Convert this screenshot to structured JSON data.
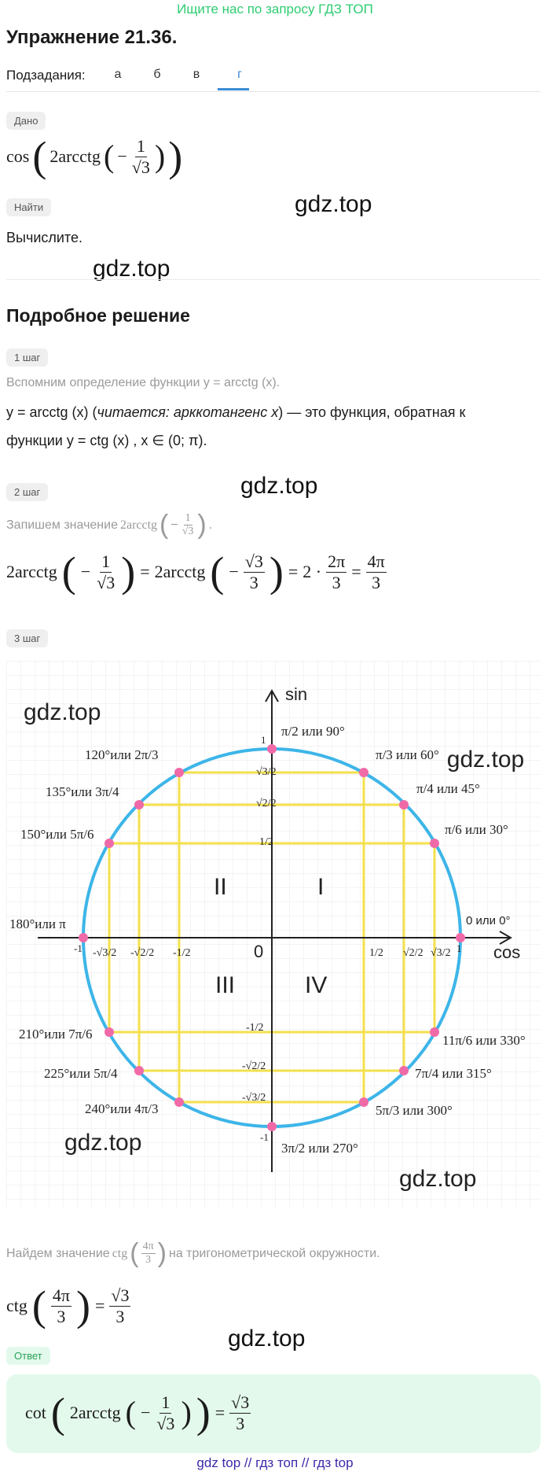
{
  "top_banner": "Ищите нас по запросу ГДЗ ТОП",
  "title": "Упражнение 21.36.",
  "subtasks": {
    "label": "Подзадания:",
    "tabs": [
      "а",
      "б",
      "в",
      "г"
    ],
    "active": "г"
  },
  "given": {
    "pill": "Дано",
    "expr_func": "cos",
    "expr_arg": "2arcctg",
    "expr_minus": "−",
    "frac_num": "1",
    "frac_den": "√3"
  },
  "find": {
    "pill": "Найти",
    "text": "Вычислите."
  },
  "solution_heading": "Подробное решение",
  "watermark": "gdz.top",
  "step1": {
    "pill": "1 шаг",
    "gray": "Вспомним определение функции y = arcctg (x).",
    "line1_a": "y = arcctg (x) (",
    "line1_italic": "читается: арккотангенс x",
    "line1_b": ") — это функция, обратная к",
    "line2": "функции y = ctg (x) ,  x ∈ (0;  π)."
  },
  "step2": {
    "pill": "2 шаг",
    "gray_prefix": "Запишем значение ",
    "gray_expr": "2arcctg",
    "gray_minus": "−",
    "gray_frac_num": "1",
    "gray_frac_den": "√3",
    "eq_left": "2arcctg",
    "eq_minus": "−",
    "eq_f1_num": "1",
    "eq_f1_den": "√3",
    "eq_equals": "=",
    "eq_mid": "2arcctg",
    "eq_f2_num": "√3",
    "eq_f2_den": "3",
    "eq_two_dot": "2 ·",
    "eq_f3_num": "2π",
    "eq_f3_den": "3",
    "eq_f4_num": "4π",
    "eq_f4_den": "3"
  },
  "step3": {
    "pill": "3 шаг",
    "circle": {
      "axis_sin": "sin",
      "axis_cos": "cos",
      "origin": "0",
      "quadrants": [
        "I",
        "II",
        "III",
        "IV"
      ],
      "top_label": "1",
      "bottom_label": "-1",
      "left_label": "-1",
      "right_label": "1",
      "angle_labels": [
        "π/2 или 90°",
        "π/3 или 60°",
        "π/4 или 45°",
        "π/6 или 30°",
        "0 или 0°",
        "120°или 2π/3",
        "135°или 3π/4",
        "150°или 5π/6",
        "180°или π",
        "210°или 7π/6",
        "225°или 5π/4",
        "240°или 4π/3",
        "3π/2 или 270°",
        "5π/3 или 300°",
        "7π/4 или 315°",
        "11π/6 или 330°"
      ],
      "axis_values": [
        "1/2",
        "√2/2",
        "√3/2",
        "-1/2",
        "-√2/2",
        "-√3/2"
      ],
      "colors": {
        "circle": "#3db5e8",
        "lines": "#f4e04d",
        "points": "#f06aa8",
        "grid": "#e9e9e9"
      }
    },
    "gray_prefix": "Найдем значение ",
    "gray_func": "ctg",
    "gray_frac_num": "4π",
    "gray_frac_den": "3",
    "gray_suffix": " на тригонометрической окружности.",
    "eq_func": "ctg",
    "eq_f_num": "4π",
    "eq_f_den": "3",
    "eq_equals": "=",
    "eq_r_num": "√3",
    "eq_r_den": "3"
  },
  "answer": {
    "pill": "Ответ",
    "func": "cot",
    "arg": "2arcctg",
    "minus": "−",
    "f1_num": "1",
    "f1_den": "√3",
    "equals": "=",
    "r_num": "√3",
    "r_den": "3"
  },
  "footer": "gdz top  //  гдз топ  //  гдз top"
}
